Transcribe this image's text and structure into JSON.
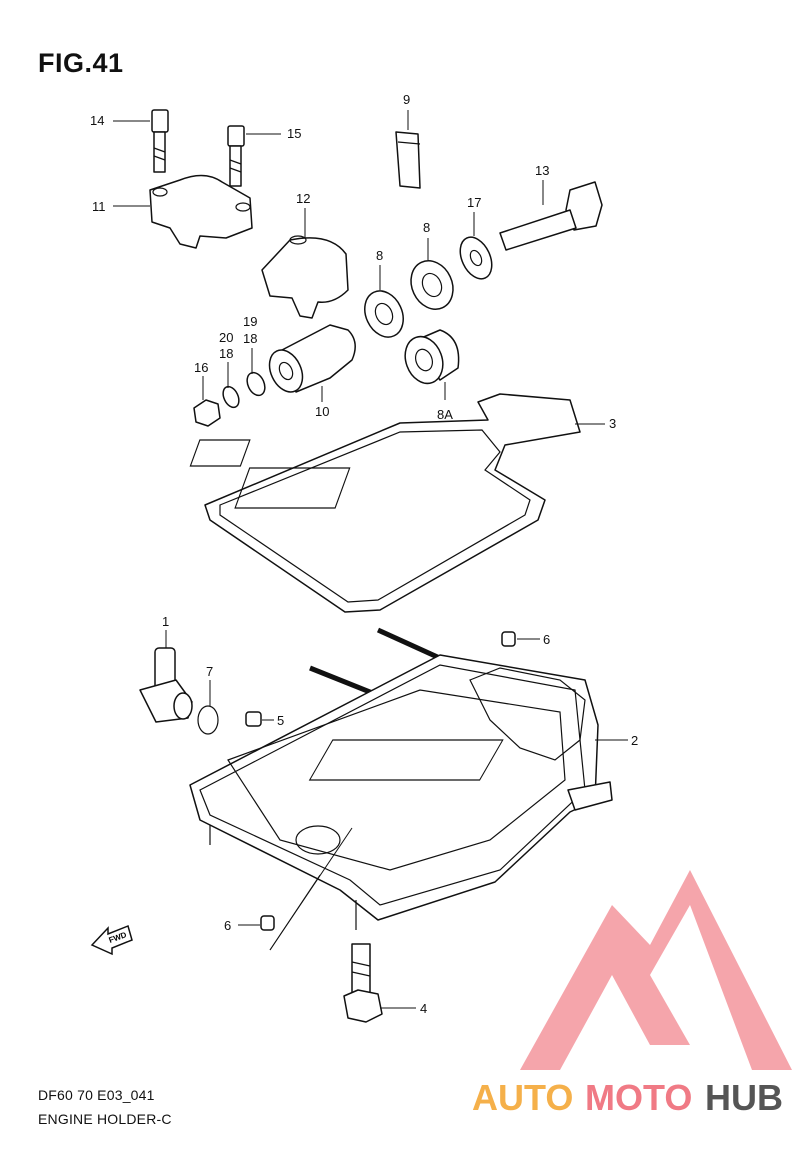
{
  "figure": {
    "title": "FIG.41"
  },
  "caption": {
    "code": "DF60 70 E03_041",
    "name": "ENGINE HOLDER-C"
  },
  "callouts": [
    {
      "id": "1",
      "text": "1"
    },
    {
      "id": "2",
      "text": "2"
    },
    {
      "id": "3",
      "text": "3"
    },
    {
      "id": "4",
      "text": "4"
    },
    {
      "id": "5",
      "text": "5"
    },
    {
      "id": "6a",
      "text": "6"
    },
    {
      "id": "6b",
      "text": "6"
    },
    {
      "id": "7",
      "text": "7"
    },
    {
      "id": "8a",
      "text": "8"
    },
    {
      "id": "8b",
      "text": "8"
    },
    {
      "id": "8A",
      "text": "8A"
    },
    {
      "id": "9",
      "text": "9"
    },
    {
      "id": "10",
      "text": "10"
    },
    {
      "id": "11",
      "text": "11"
    },
    {
      "id": "12",
      "text": "12"
    },
    {
      "id": "13",
      "text": "13"
    },
    {
      "id": "14",
      "text": "14"
    },
    {
      "id": "15",
      "text": "15"
    },
    {
      "id": "16",
      "text": "16"
    },
    {
      "id": "17",
      "text": "17"
    },
    {
      "id": "18a",
      "text": "18"
    },
    {
      "id": "18b",
      "text": "18"
    },
    {
      "id": "19",
      "text": "19"
    },
    {
      "id": "20",
      "text": "20"
    }
  ],
  "fwd_arrow": {
    "label": "FWD"
  },
  "watermark": {
    "part1": "AUTO",
    "part2": "MOTO",
    "part3": "HUB",
    "color_orange": "#f5b04a",
    "color_pink": "#f07a85",
    "color_gray": "#555555",
    "logo_color": "#f07a85"
  }
}
